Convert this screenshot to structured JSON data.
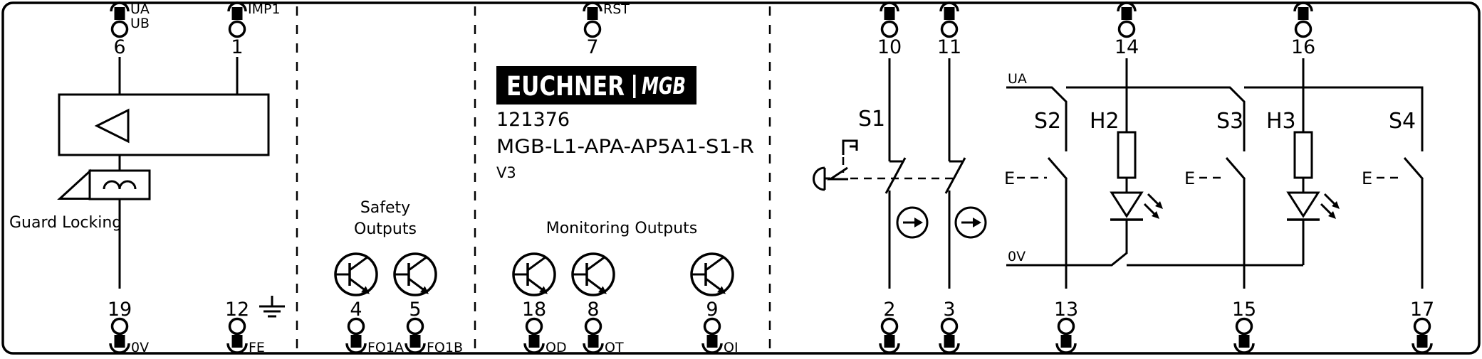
{
  "diagram": {
    "brand_logo": {
      "name": "EUCHNER",
      "series": "MGB"
    },
    "product": {
      "order_number": "121376",
      "type_code": "MGB-L1-APA-AP5A1-S1-R",
      "version": "V3"
    },
    "section_labels": {
      "guard_locking": "Guard Locking",
      "safety_outputs_line1": "Safety",
      "safety_outputs_line2": "Outputs",
      "monitoring_outputs": "Monitoring Outputs"
    },
    "rails": {
      "supply": "UA",
      "ground": "0V"
    },
    "components": {
      "s1": "S1",
      "s2": "S2",
      "s3": "S3",
      "s4": "S4",
      "h2": "H2",
      "h3": "H3",
      "manual_actuation": "E"
    },
    "terminals": {
      "top": [
        {
          "number": "6",
          "label1": "UA",
          "label2": "UB"
        },
        {
          "number": "1",
          "label1": "IMP1"
        },
        {
          "number": "7",
          "label1": "RST"
        },
        {
          "number": "10"
        },
        {
          "number": "11"
        },
        {
          "number": "14"
        },
        {
          "number": "16"
        }
      ],
      "bottom": [
        {
          "number": "19",
          "label": "0V"
        },
        {
          "number": "12",
          "label": "FE"
        },
        {
          "number": "4",
          "label": "FO1A"
        },
        {
          "number": "5",
          "label": "FO1B"
        },
        {
          "number": "18",
          "label": "OD"
        },
        {
          "number": "8",
          "label": "OT"
        },
        {
          "number": "9",
          "label": "OI"
        },
        {
          "number": "2"
        },
        {
          "number": "3"
        },
        {
          "number": "13"
        },
        {
          "number": "15"
        },
        {
          "number": "17"
        }
      ]
    },
    "colors": {
      "ink": "#000000",
      "background": "#ffffff",
      "logo_background": "#000000",
      "logo_text": "#ffffff"
    }
  }
}
